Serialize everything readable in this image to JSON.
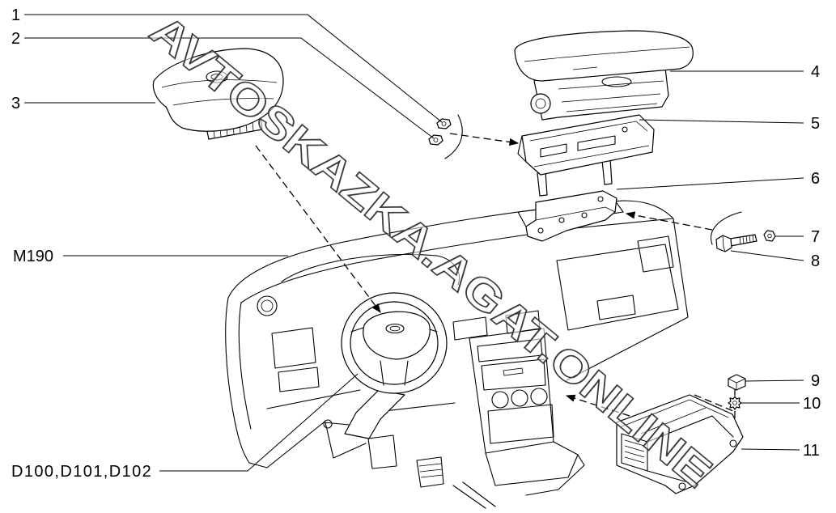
{
  "callouts": {
    "c1": "1",
    "c2": "2",
    "c3": "3",
    "c4": "4",
    "c5": "5",
    "c6": "6",
    "c7": "7",
    "c8": "8",
    "c9": "9",
    "c10": "10",
    "c11": "11",
    "m190": "M190",
    "d100": "D100,D101,D102"
  },
  "watermark": "AVTOSKAZKA.AGAT.ONLINE",
  "colors": {
    "background": "#ffffff",
    "line": "#000000",
    "watermark_stroke": "#3a3a3a"
  }
}
